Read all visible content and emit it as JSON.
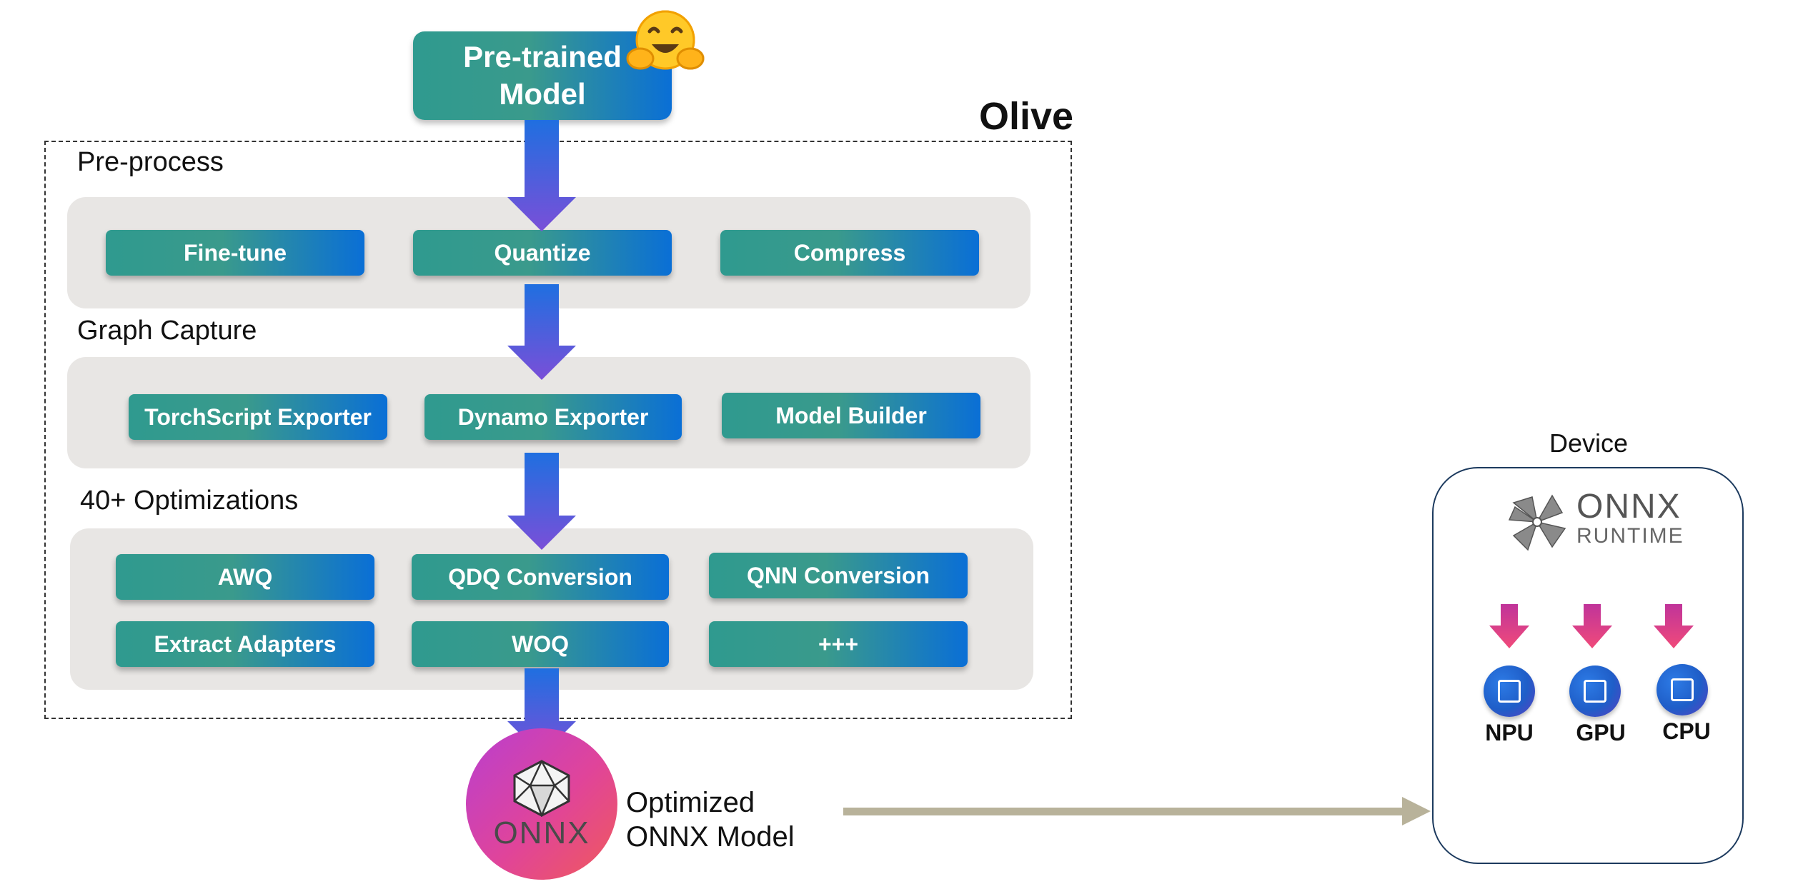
{
  "header": {
    "pretrained_line1": "Pre-trained",
    "pretrained_line2": "Model",
    "olive_label": "Olive"
  },
  "sections": {
    "preprocess": {
      "label": "Pre-process",
      "items": [
        "Fine-tune",
        "Quantize",
        "Compress"
      ]
    },
    "graph_capture": {
      "label": "Graph Capture",
      "items": [
        "TorchScript Exporter",
        "Dynamo Exporter",
        "Model Builder"
      ]
    },
    "optimizations": {
      "label": "40+ Optimizations",
      "items": [
        "AWQ",
        "QDQ Conversion",
        "QNN Conversion",
        "Extract Adapters",
        "WOQ",
        "+++"
      ]
    }
  },
  "output": {
    "onnx_logo_text": "ONNX",
    "label_line1": "Optimized",
    "label_line2": "ONNX Model"
  },
  "device": {
    "label": "Device",
    "runtime_line1": "ONNX",
    "runtime_line2": "RUNTIME",
    "targets": [
      "NPU",
      "GPU",
      "CPU"
    ]
  },
  "colors": {
    "button_start": "#2f9a8f",
    "button_end": "#0a6fd6",
    "flow_arrow_start": "#1f6fe0",
    "flow_arrow_end": "#7a4fd8",
    "device_arrow": "#e0449a",
    "connector": "#b8b29a",
    "panel": "#e8e6e4"
  }
}
